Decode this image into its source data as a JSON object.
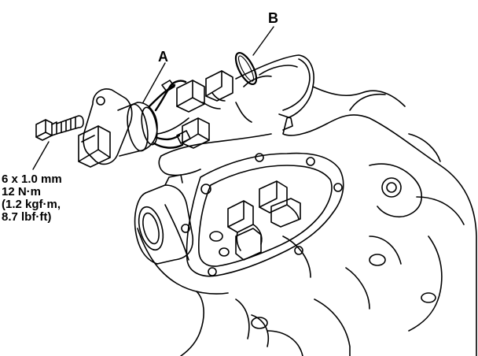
{
  "callouts": {
    "a": "A",
    "b": "B"
  },
  "torque_spec": {
    "line1": "6 x 1.0 mm",
    "line2": "12 N·m",
    "line3": "(1.2 kgf·m,",
    "line4": "8.7 lbf·ft)"
  },
  "colors": {
    "ink": "#000000",
    "paper": "#ffffff"
  }
}
